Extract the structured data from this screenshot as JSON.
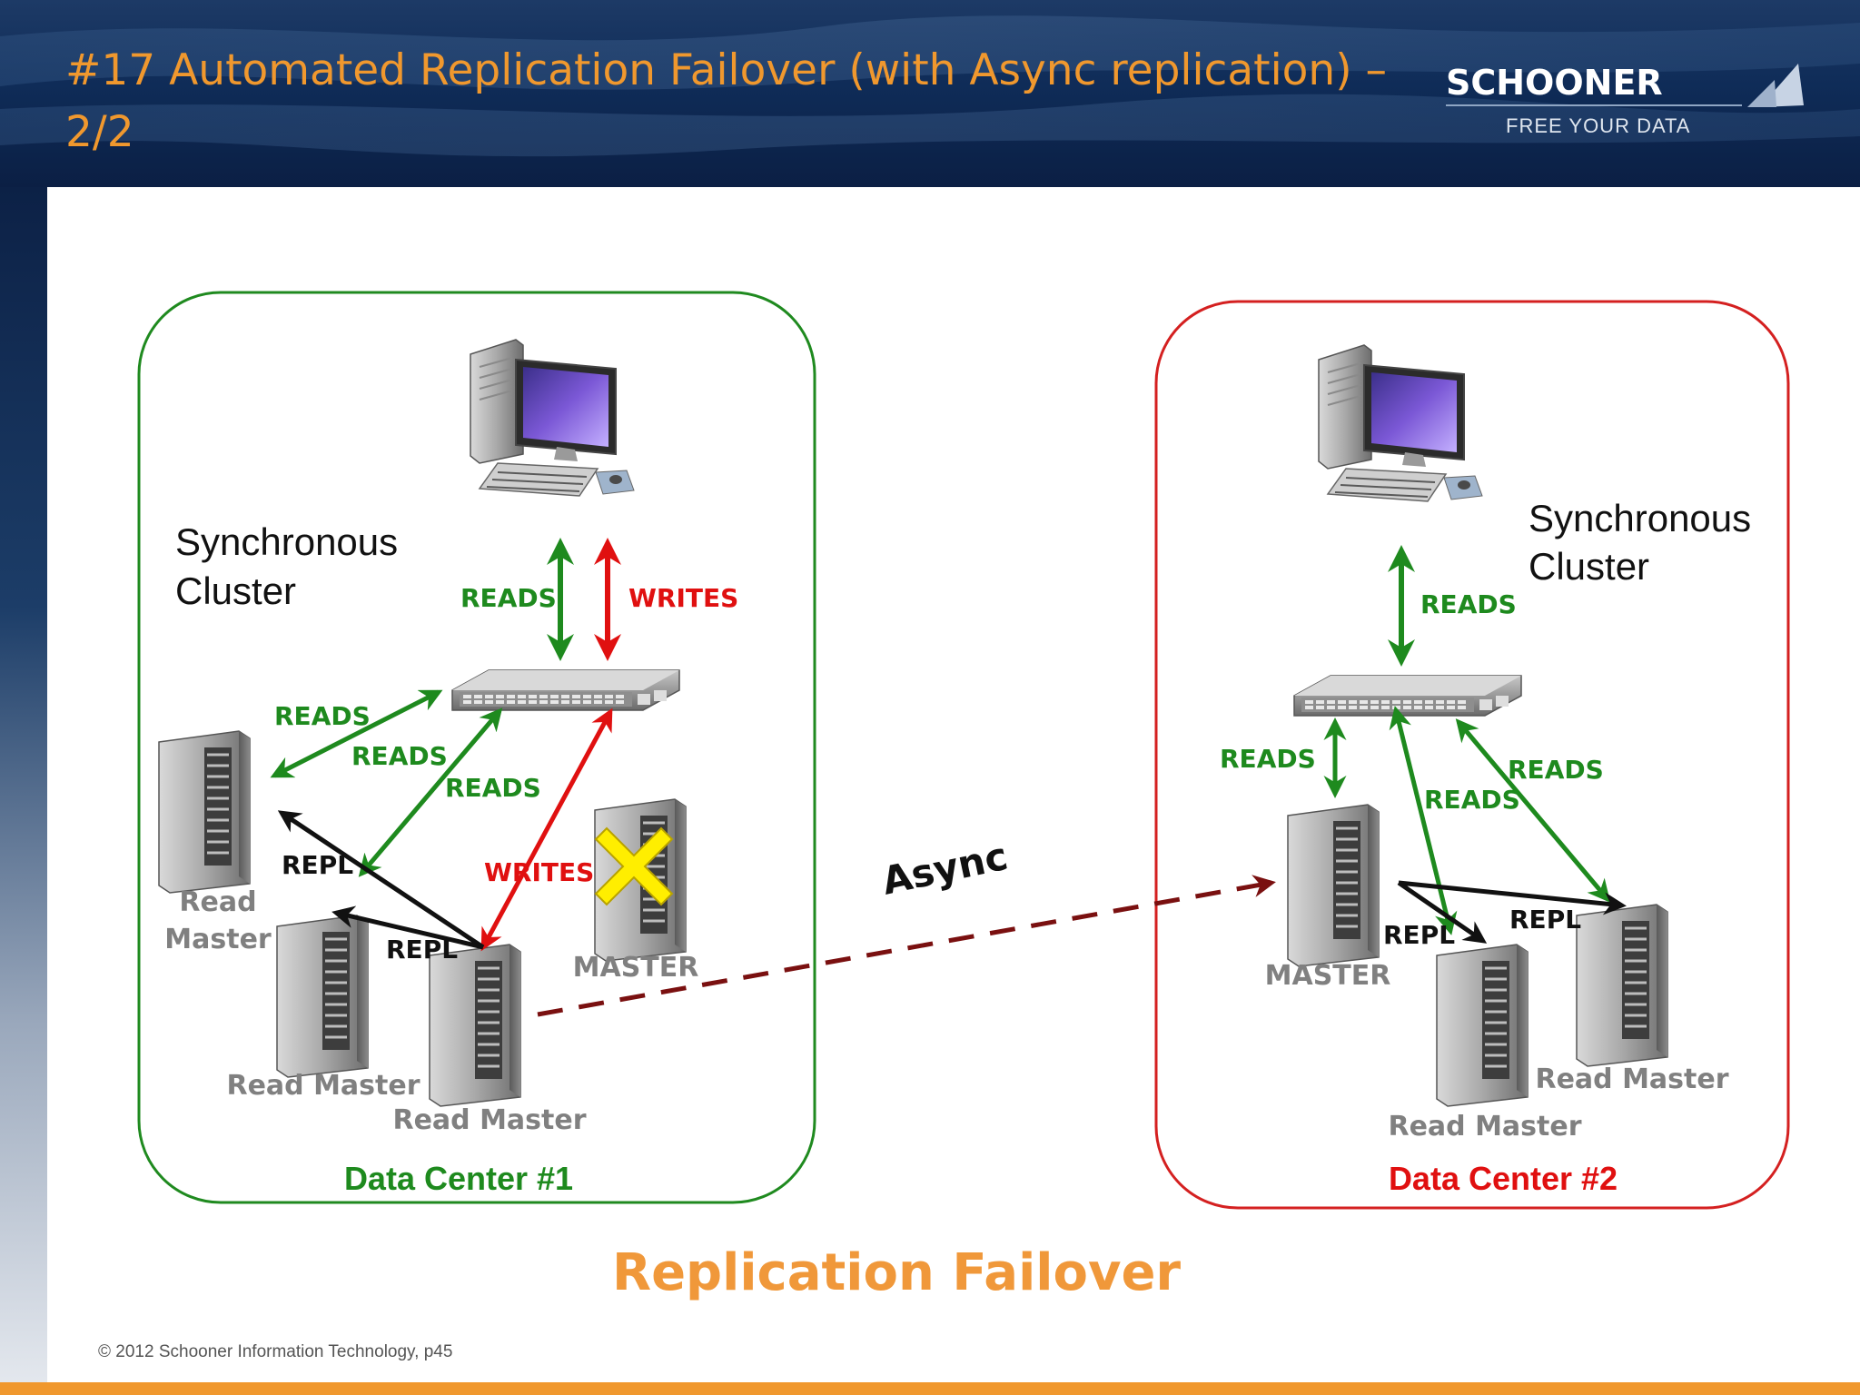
{
  "slide": {
    "title": "#17 Automated Replication Failover (with Async replication) – 2/2",
    "footer": "© 2012 Schooner Information Technology, p45",
    "caption": "Replication Failover",
    "async_label": "Async"
  },
  "logo": {
    "name": "SCHOONER",
    "tagline": "FREE YOUR DATA"
  },
  "dc1": {
    "title": "Data Center #1",
    "cluster_label": "Synchronous Cluster",
    "cluster_line1": "Synchronous",
    "cluster_line2": "Cluster",
    "reads_client": "READS",
    "writes_client": "WRITES",
    "reads_a": "READS",
    "reads_b": "READS",
    "reads_c": "READS",
    "writes_server": "WRITES",
    "repl_a": "REPL",
    "repl_b": "REPL",
    "server_read_master_line1": "Read",
    "server_read_master_line2": "Master",
    "server_read_master_2": "Read Master",
    "server_read_master_3": "Read Master",
    "server_failed_master": "MASTER"
  },
  "dc2": {
    "title": "Data Center #2",
    "cluster_line1": "Synchronous",
    "cluster_line2": "Cluster",
    "reads_client": "READS",
    "reads_a": "READS",
    "reads_b": "READS",
    "reads_c": "READS",
    "repl_a": "REPL",
    "repl_b": "REPL",
    "server_master": "MASTER",
    "server_read_master_1": "Read Master",
    "server_read_master_2": "Read Master"
  },
  "colors": {
    "title_orange": "#f0982e",
    "caption_orange": "#f0983a",
    "green": "#1e8a1e",
    "red": "#e01010",
    "dark_red_dashed": "#7a1010",
    "server_label_gray": "#808080",
    "dc1_border": "#1f8a1f",
    "dc2_border": "#d42020"
  }
}
